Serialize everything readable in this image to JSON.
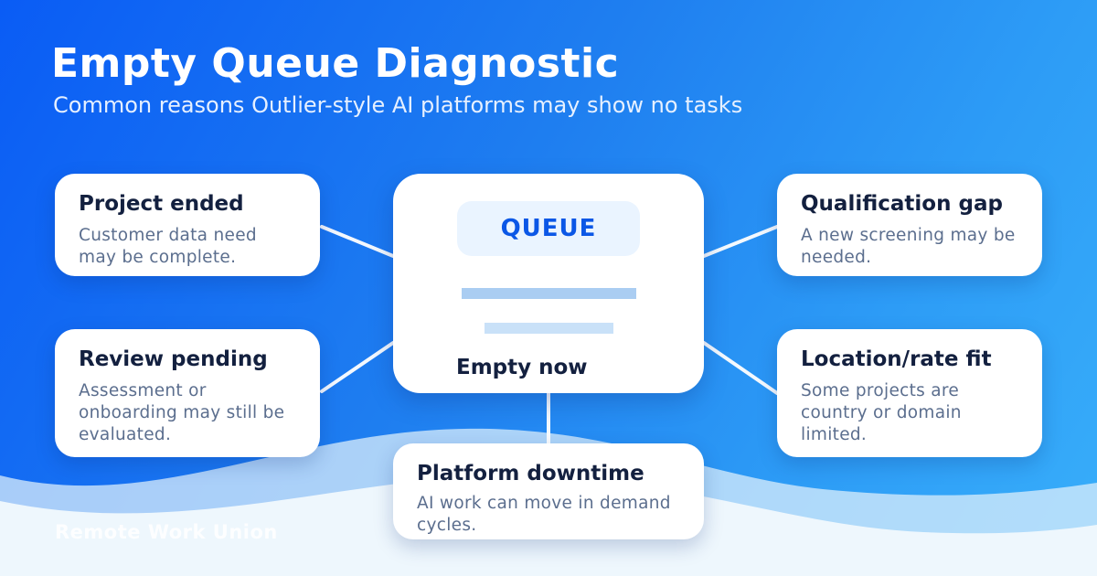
{
  "header": {
    "title": "Empty Queue Diagnostic",
    "subtitle": "Common reasons Outlier-style AI platforms may show no tasks"
  },
  "queue": {
    "label": "QUEUE",
    "status": "Empty now"
  },
  "reasons": {
    "project_ended": {
      "title": "Project ended",
      "description": "Customer data need may be complete."
    },
    "review_pending": {
      "title": "Review pending",
      "description": "Assessment or onboarding may still be evaluated."
    },
    "qualification_gap": {
      "title": "Qualification gap",
      "description": "A new screening may be needed."
    },
    "location_rate_fit": {
      "title": "Location/rate fit",
      "description": "Some projects are country or domain limited."
    },
    "platform_downtime": {
      "title": "Platform downtime",
      "description": "AI work can move in demand cycles."
    }
  },
  "footer": {
    "brand": "Remote Work Union"
  },
  "colors": {
    "background_start": "#0a5cf5",
    "background_end": "#38aefa",
    "accent": "#0b57e6",
    "heading_text": "#13203f",
    "body_text": "#5b6e8e"
  }
}
